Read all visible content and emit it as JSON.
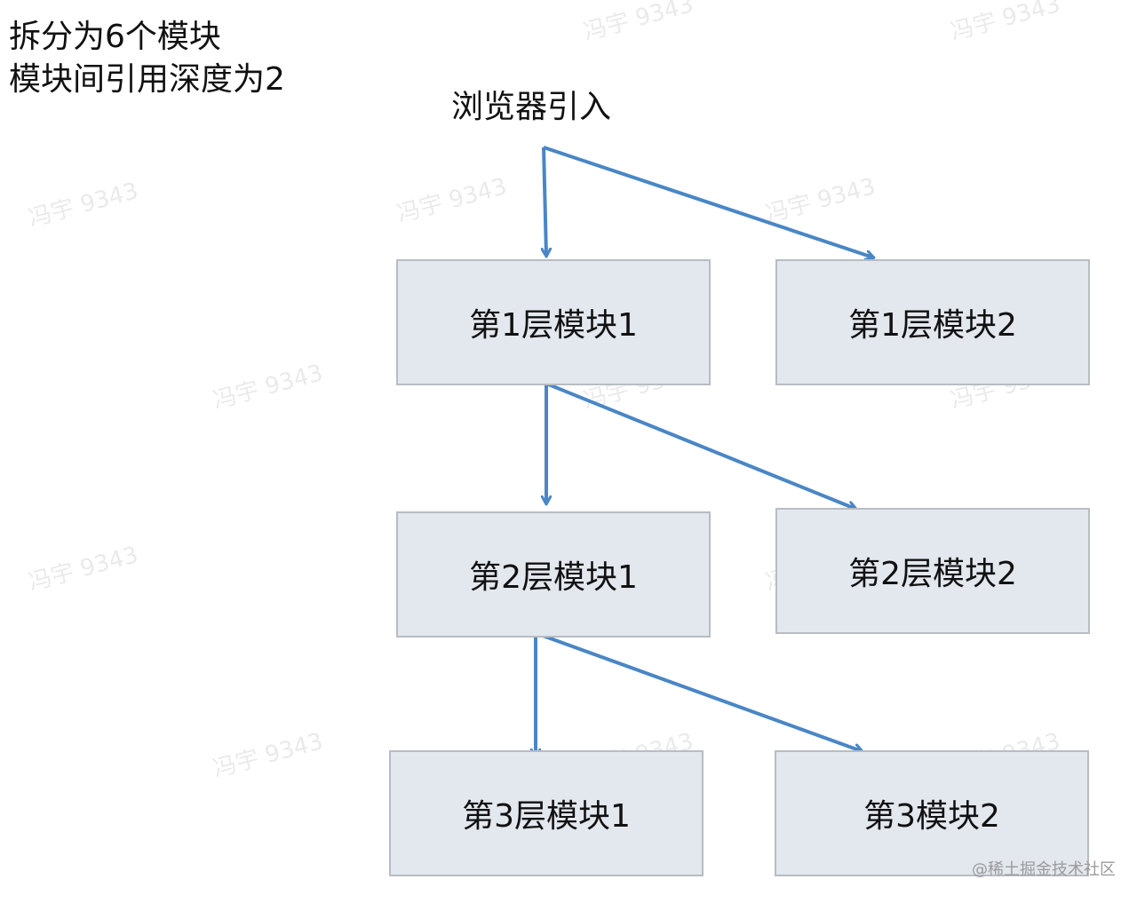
{
  "heading": {
    "line1": "拆分为6个模块",
    "line2": "模块间引用深度为2"
  },
  "root_label": "浏览器引入",
  "modules": {
    "l1_m1": "第1层模块1",
    "l1_m2": "第1层模块2",
    "l2_m1": "第2层模块1",
    "l2_m2": "第2层模块2",
    "l3_m1": "第3层模块1",
    "l3_m2": "第3模块2"
  },
  "watermark_text": "冯宇 9343",
  "credit": "@稀土掘金技术社区",
  "colors": {
    "arrow": "#4a86c5",
    "box_fill": "#e3e7ee",
    "box_border": "#b8bcc4"
  }
}
